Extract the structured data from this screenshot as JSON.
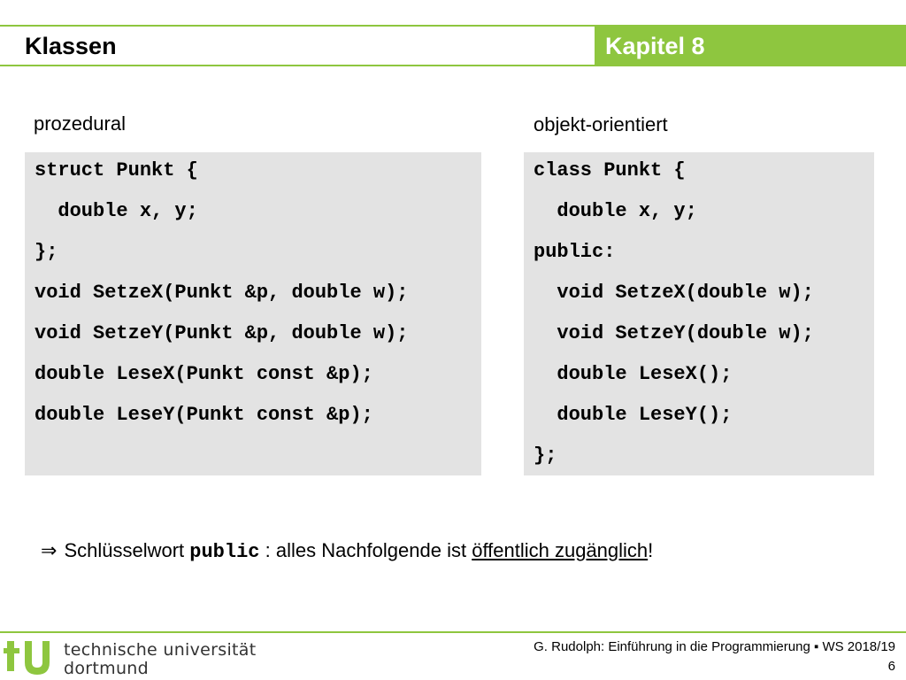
{
  "header": {
    "title": "Klassen",
    "chapter": "Kapitel 8"
  },
  "left": {
    "heading": "prozedural",
    "code": [
      "struct Punkt {",
      "  double x, y;",
      "};",
      "void SetzeX(Punkt &p, double w);",
      "void SetzeY(Punkt &p, double w);",
      "double LeseX(Punkt const &p);",
      "double LeseY(Punkt const &p);"
    ]
  },
  "right": {
    "heading": "objekt-orientiert",
    "code": [
      "class Punkt {",
      "  double x, y;",
      "public:",
      "  void SetzeX(double w);",
      "  void SetzeY(double w);",
      "  double LeseX();",
      "  double LeseY();",
      "};"
    ]
  },
  "note": {
    "arrow": "⇒",
    "text_before": "Schlüsselwort ",
    "keyword": "public",
    "text_middle": " : alles Nachfolgende ist ",
    "underlined": "öffentlich zugänglich",
    "text_after": "!"
  },
  "footer": {
    "logo_name": "tu-logo",
    "logo_line1": "technische universität",
    "logo_line2": "dortmund",
    "credit": "G. Rudolph: Einführung in die Programmierung ▪ WS 2018/19",
    "page": "6"
  },
  "colors": {
    "accent": "#8ec63f",
    "code_background": "#e3e3e3"
  }
}
